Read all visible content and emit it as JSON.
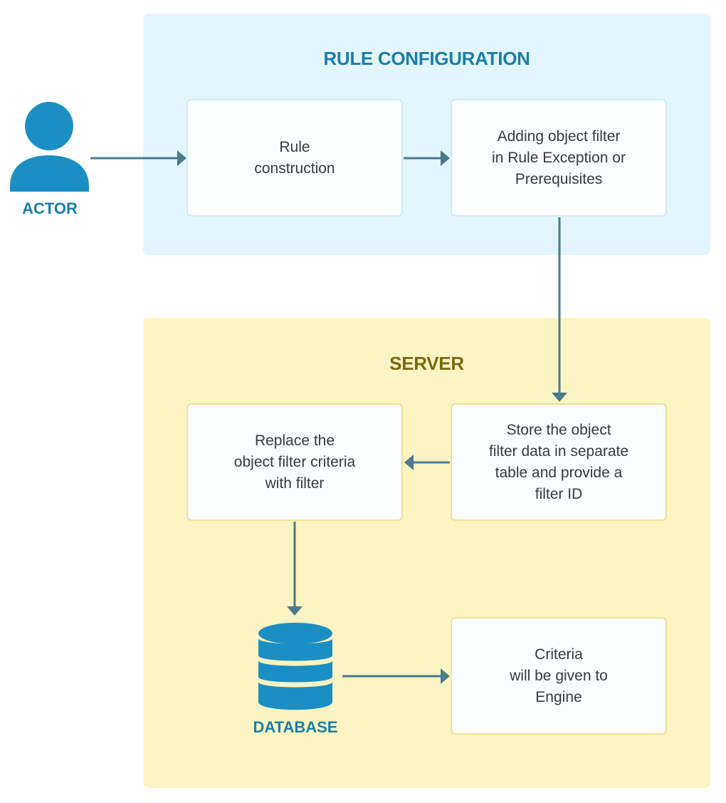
{
  "diagram": {
    "actor": {
      "label": "ACTOR",
      "icon": "person-icon"
    },
    "rule_configuration": {
      "title": "RULE CONFIGURATION",
      "steps": [
        {
          "text": "Rule\nconstruction"
        },
        {
          "text": "Adding object filter\nin Rule Exception or\nPrerequisites"
        }
      ]
    },
    "server": {
      "title": "SERVER",
      "steps": [
        {
          "text": "Store the object\nfilter data in separate\ntable and provide a\nfilter ID"
        },
        {
          "text": "Replace the\nobject filter criteria\nwith filter"
        },
        {
          "text": "Criteria\nwill be given to\nEngine"
        }
      ],
      "database": {
        "label": "DATABASE",
        "icon": "database-icon"
      }
    },
    "flow": [
      "Actor → Rule construction",
      "Rule construction → Adding object filter in Rule Exception or Prerequisites",
      "Adding object filter → Store the object filter data",
      "Store the object filter data → Replace the object filter criteria",
      "Replace the object filter criteria → Database",
      "Database → Criteria will be given to Engine"
    ],
    "colors": {
      "accent_blue": "#1b8fc4",
      "rule_panel_bg": "#e3f6fd",
      "server_panel_bg": "#fdf4c3",
      "arrow": "#4a7a8c"
    }
  }
}
